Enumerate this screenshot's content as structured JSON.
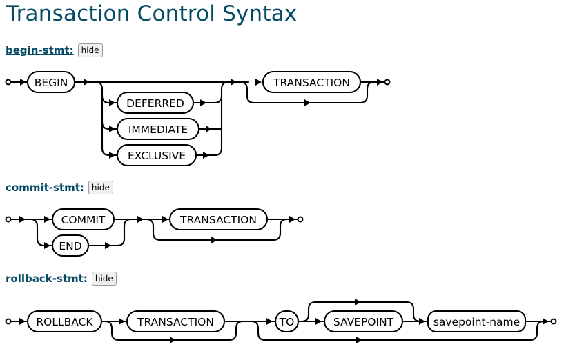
{
  "title": "Transaction Control Syntax",
  "hide_label": "hide",
  "begin_stmt": {
    "name": "begin-stmt:",
    "terms": {
      "begin": "BEGIN",
      "deferred": "DEFERRED",
      "immediate": "IMMEDIATE",
      "exclusive": "EXCLUSIVE",
      "transaction": "TRANSACTION"
    }
  },
  "commit_stmt": {
    "name": "commit-stmt:",
    "terms": {
      "commit": "COMMIT",
      "end": "END",
      "transaction": "TRANSACTION"
    }
  },
  "rollback_stmt": {
    "name": "rollback-stmt:",
    "terms": {
      "rollback": "ROLLBACK",
      "transaction": "TRANSACTION",
      "to": "TO",
      "savepoint": "SAVEPOINT",
      "savepoint_name": "savepoint-name"
    }
  }
}
